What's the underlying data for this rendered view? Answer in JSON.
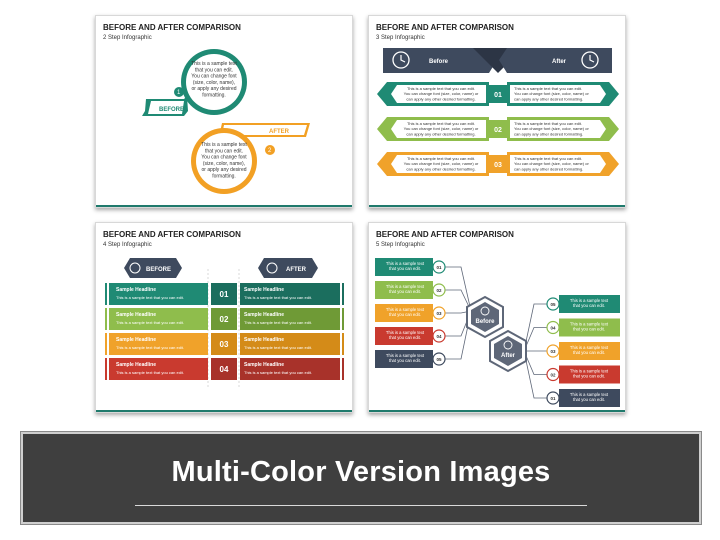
{
  "slides": [
    {
      "title": "BEFORE AND AFTER COMPARISON",
      "subtitle": "2 Step Infographic",
      "before_label": "BEFORE",
      "after_label": "AFTER",
      "before_num": "1",
      "after_num": "2",
      "body_lines": [
        "This is a sample text",
        "that you can edit.",
        "You can change font",
        "(size, color, name),",
        "or apply any desired",
        "formatting."
      ],
      "colors": {
        "before": "#1f8a74",
        "after": "#f2a024"
      }
    },
    {
      "title": "BEFORE AND AFTER COMPARISON",
      "subtitle": "3 Step Infographic",
      "before_label": "Before",
      "after_label": "After",
      "row_text": [
        "This is a sample text that you can edit.",
        "You can change font (size, color, name) or",
        "can apply any other desired formatting."
      ],
      "rows": [
        {
          "num": "01",
          "color": "#1f8a74"
        },
        {
          "num": "02",
          "color": "#8fbd4c"
        },
        {
          "num": "03",
          "color": "#f0a22a"
        }
      ],
      "header_color": "#3e4a5e"
    },
    {
      "title": "BEFORE AND AFTER COMPARISON",
      "subtitle": "4 Step Infographic",
      "before_label": "BEFORE",
      "after_label": "AFTER",
      "headline": "Sample Headline",
      "desc": "This is a sample text that you can edit.",
      "rows": [
        {
          "num": "01",
          "color": "#1f8a74",
          "dark": "#1b6e5e"
        },
        {
          "num": "02",
          "color": "#8fbd4c",
          "dark": "#6f9a36"
        },
        {
          "num": "03",
          "color": "#f0a22a",
          "dark": "#d48b18"
        },
        {
          "num": "04",
          "color": "#c93a2f",
          "dark": "#a8322a"
        }
      ],
      "header_color": "#3e4a5e"
    },
    {
      "title": "BEFORE AND AFTER COMPARISON",
      "subtitle": "5 Step Infographic",
      "before_label": "Before",
      "after_label": "After",
      "item_text": [
        "This is a sample text",
        "that you can edit."
      ],
      "left": [
        {
          "num": "01",
          "color": "#1f8a74"
        },
        {
          "num": "02",
          "color": "#8fbd4c"
        },
        {
          "num": "03",
          "color": "#f0a22a"
        },
        {
          "num": "04",
          "color": "#c93a2f"
        },
        {
          "num": "05",
          "color": "#3e4a5e"
        }
      ],
      "right": [
        {
          "num": "05",
          "color": "#1f8a74"
        },
        {
          "num": "04",
          "color": "#8fbd4c"
        },
        {
          "num": "03",
          "color": "#f0a22a"
        },
        {
          "num": "02",
          "color": "#c93a2f"
        },
        {
          "num": "01",
          "color": "#3e4a5e"
        }
      ],
      "hex_color": "#5e6778"
    }
  ],
  "banner": {
    "title": "Multi-Color Version Images",
    "bg": "#3f3f3f"
  }
}
